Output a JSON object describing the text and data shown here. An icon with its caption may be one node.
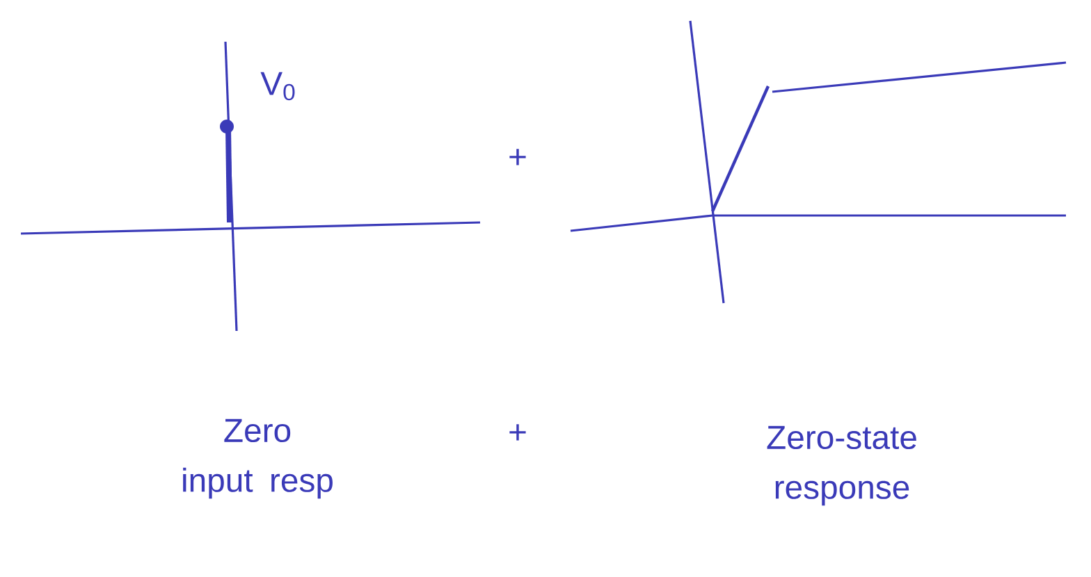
{
  "diagram": {
    "labels": [
      "V$_{0}$",
      "+",
      "Zero input resp",
      "+",
      "Zero-state response"
    ]
  }
}
